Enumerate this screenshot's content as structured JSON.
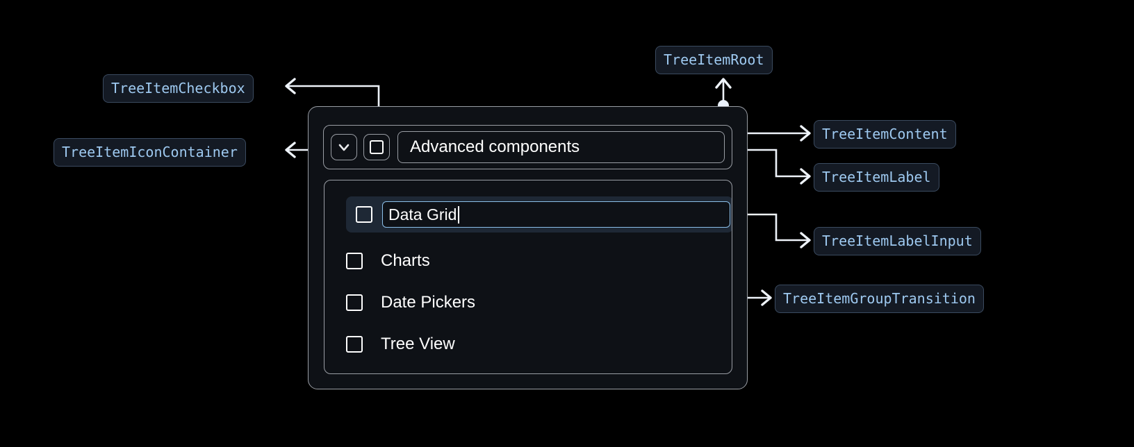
{
  "theme": {
    "page_bg": "#000000",
    "card_bg": "#0e1116",
    "card_border": "#9a9ea5",
    "selected_row_bg": "#1e2835",
    "input_focus_border": "#8cc0ea",
    "chip_bg": "#141a24",
    "chip_border": "#3b4b60",
    "chip_text": "#9ec9f0",
    "connector": "#eef3fa",
    "text": "#ffffff"
  },
  "annotations": [
    {
      "id": "tree-item-checkbox",
      "label": "TreeItemCheckbox"
    },
    {
      "id": "tree-item-icon-container",
      "label": "TreeItemIconContainer"
    },
    {
      "id": "tree-item-root",
      "label": "TreeItemRoot"
    },
    {
      "id": "tree-item-content",
      "label": "TreeItemContent"
    },
    {
      "id": "tree-item-label",
      "label": "TreeItemLabel"
    },
    {
      "id": "tree-item-label-input",
      "label": "TreeItemLabelInput"
    },
    {
      "id": "tree-item-group-transition",
      "label": "TreeItemGroupTransition"
    }
  ],
  "tree": {
    "root": {
      "expand_icon": "chevron-down-icon",
      "expanded": true,
      "checkbox_checked": false,
      "label": "Advanced components"
    },
    "children": [
      {
        "label": "Data Grid",
        "checkbox_checked": false,
        "selected": true,
        "editing": true,
        "input_value": "Data Grid"
      },
      {
        "label": "Charts",
        "checkbox_checked": false,
        "selected": false,
        "editing": false
      },
      {
        "label": "Date Pickers",
        "checkbox_checked": false,
        "selected": false,
        "editing": false
      },
      {
        "label": "Tree View",
        "checkbox_checked": false,
        "selected": false,
        "editing": false
      }
    ]
  }
}
